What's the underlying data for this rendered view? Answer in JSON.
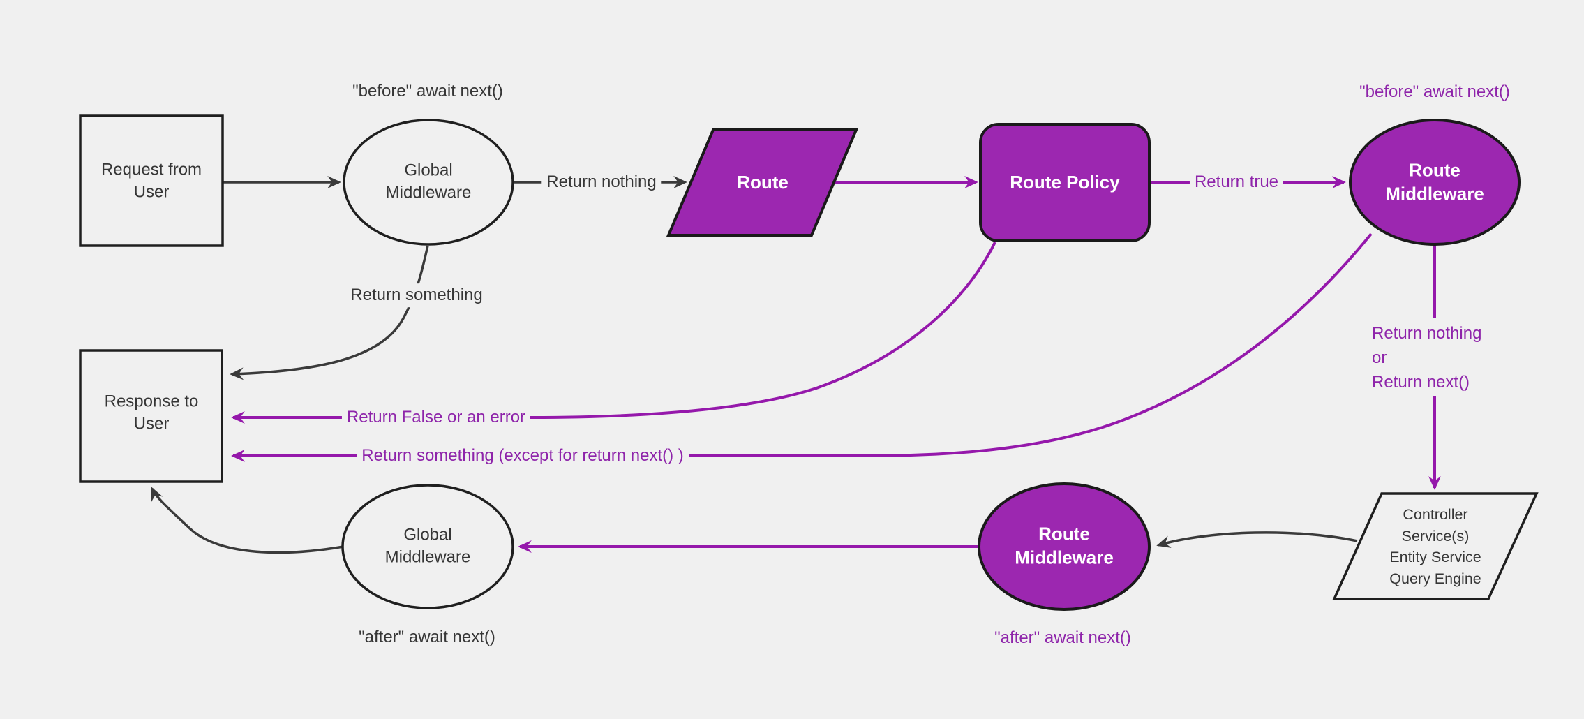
{
  "diagram": {
    "background": "#f0f0f0",
    "colors": {
      "node_fill_purple": "#9c27b0",
      "node_fill_plain": "#f0f0f0",
      "node_stroke_dark": "#1f1f1f",
      "edge_dark": "#3a3a3a",
      "edge_purple": "#9518ab",
      "text_dark": "#363636",
      "text_purple": "#8e24aa",
      "text_white": "#ffffff"
    },
    "nodes": {
      "request": {
        "label": "Request from User",
        "shape": "rectangle"
      },
      "global_middleware_top": {
        "label": "Global Middleware",
        "shape": "ellipse"
      },
      "route": {
        "label": "Route",
        "shape": "parallelogram"
      },
      "route_policy": {
        "label": "Route Policy",
        "shape": "rounded-rectangle"
      },
      "route_middleware_top": {
        "label": "Route Middleware",
        "shape": "ellipse"
      },
      "controller": {
        "lines": [
          "Controller",
          "Service(s)",
          "Entity Service",
          "Query Engine"
        ],
        "shape": "parallelogram"
      },
      "route_middleware_bottom": {
        "label": "Route Middleware",
        "shape": "ellipse"
      },
      "global_middleware_bottom": {
        "label": "Global Middleware",
        "shape": "ellipse"
      },
      "response": {
        "label": "Response to User",
        "shape": "rectangle"
      }
    },
    "edge_labels": {
      "before_await_top": "\"before\" await next()",
      "return_nothing": "Return nothing",
      "return_true": "Return true",
      "before_await_right": "\"before\" await next()",
      "return_nothing_or": [
        "Return nothing",
        "or",
        "Return next()"
      ],
      "return_something": "Return something",
      "return_false_or_error": "Return False or an error",
      "return_something_except": "Return something (except for return next() )",
      "after_await_bottom_purple": "\"after\" await next()",
      "after_await_bottom_black": "\"after\" await next()"
    }
  }
}
